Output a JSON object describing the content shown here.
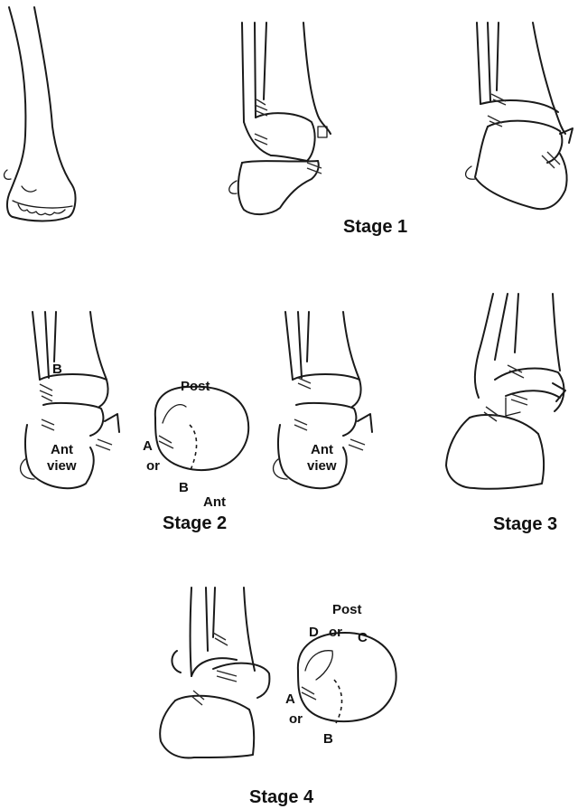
{
  "stages": {
    "stage1": "Stage 1",
    "stage2": "Stage 2",
    "stage3": "Stage 3",
    "stage4": "Stage 4"
  },
  "stage2_labels": {
    "b_top": "B",
    "ant_view_1": [
      "Ant",
      "view"
    ],
    "ant_view_2": [
      "Ant",
      "view"
    ],
    "post": "Post",
    "a": "A",
    "or": "or",
    "b": "B",
    "ant": "Ant"
  },
  "stage4_labels": {
    "post": "Post",
    "d": "D",
    "or_top": "or",
    "c": "C",
    "a": "A",
    "or": "or",
    "b": "B"
  }
}
